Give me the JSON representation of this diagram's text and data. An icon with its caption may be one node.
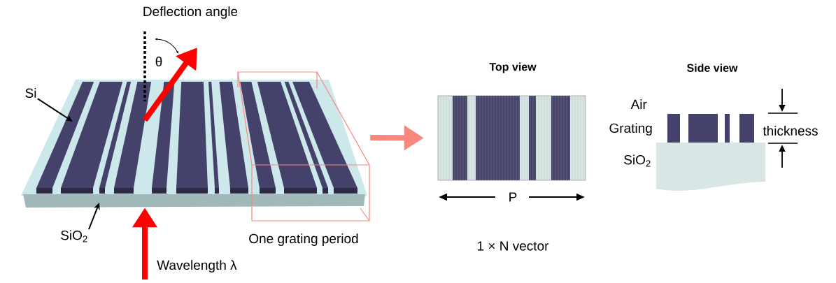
{
  "diagram": {
    "nodes": [
      {
        "text": [
          "Si"
        ]
      },
      {
        "text": [
          "SiO$_{2}$"
        ]
      },
      {
        "text": [],
        "shape": "picture"
      },
      {
        "text": [
          "One grating period"
        ]
      },
      {
        "text": [
          "Top view"
        ]
      },
      {
        "text": [
          "Side view"
        ]
      }
    ],
    "edges": [
      {
        "from": 0,
        "to": 2,
        "arrow": "to"
      },
      {
        "from": 1,
        "to": 2,
        "arrow": "to"
      },
      {
        "from": null,
        "to": 2,
        "arrow": "to",
        "label": "Wavelength λ",
        "color": "#ff0000"
      },
      {
        "from": 2,
        "to": null,
        "arrow": "to",
        "color": "#ff0000"
      },
      {
        "from": 3,
        "to": 4,
        "arrow": "to",
        "color": "#f8877e"
      }
    ],
    "labels": [
      "Deflection angle",
      "θ",
      "P",
      "Air",
      "Grating",
      "SiO$_{2}$",
      "thickness",
      "1 × N vector"
    ]
  }
}
